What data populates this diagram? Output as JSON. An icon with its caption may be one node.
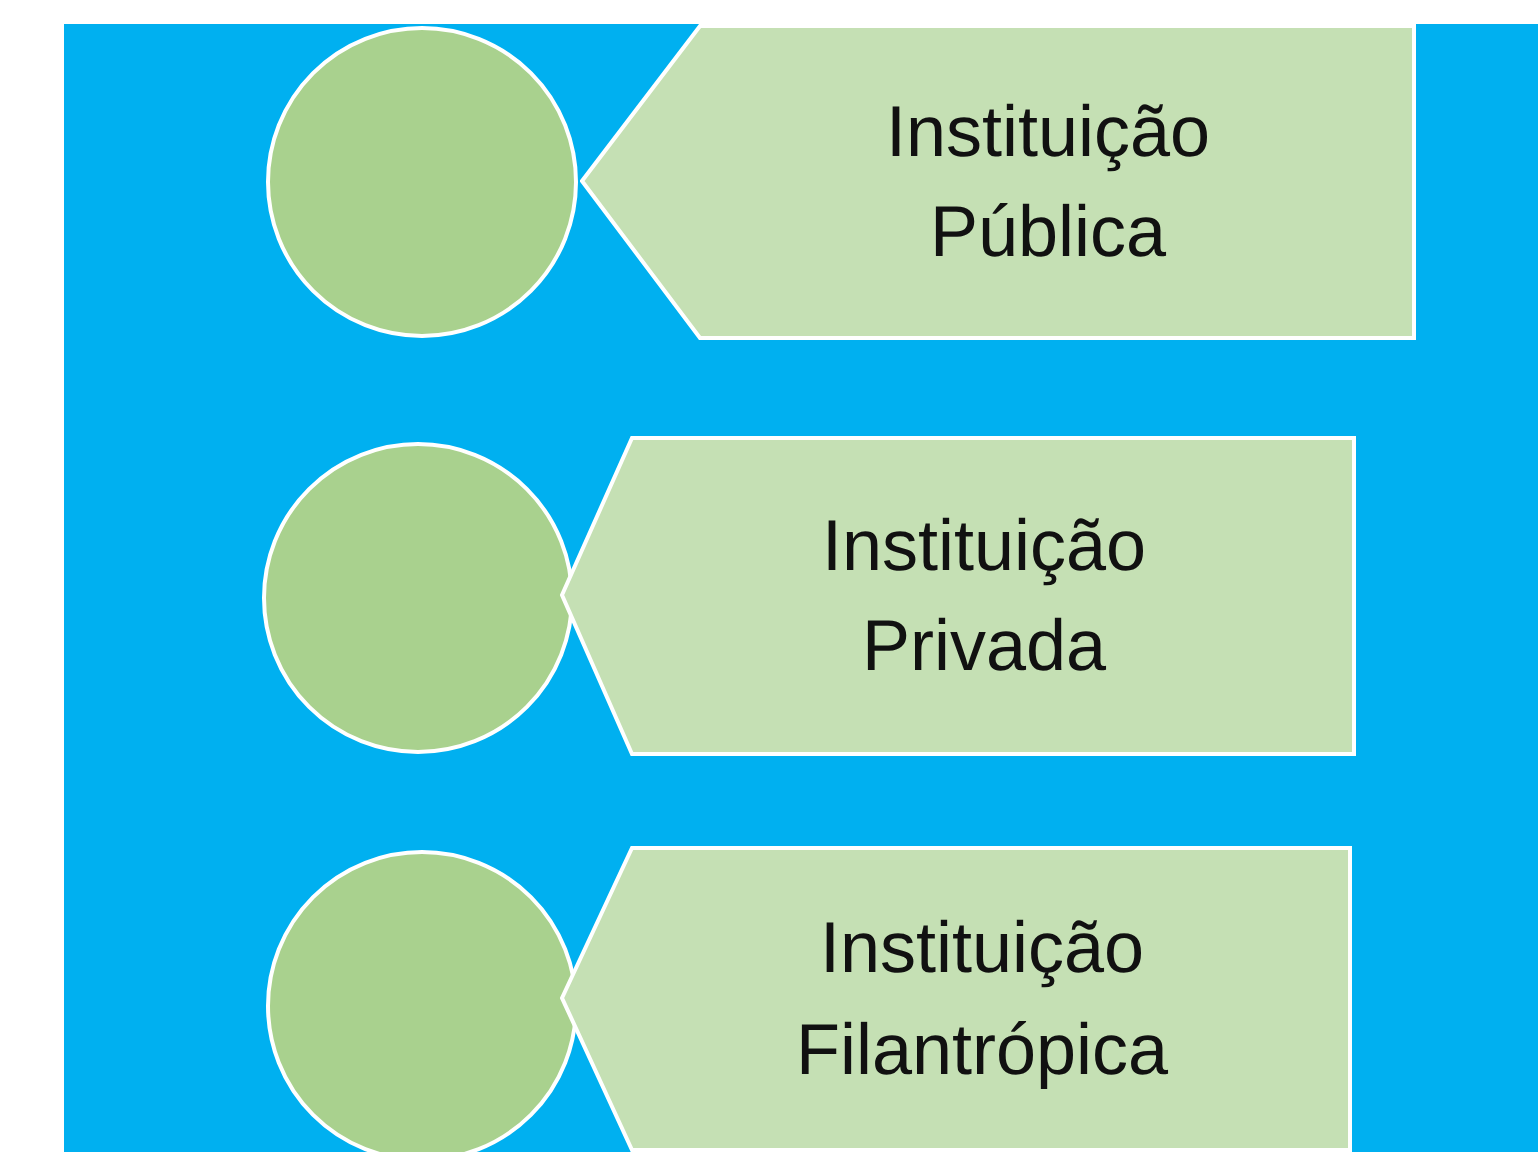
{
  "diagram": {
    "nodes": [
      {
        "text": [],
        "shape": "circle"
      },
      {
        "text": [
          "Instituição Pública"
        ]
      },
      {
        "text": [],
        "shape": "circle"
      },
      {
        "text": [
          "Instituição Privada"
        ]
      },
      {
        "text": [],
        "shape": "circle"
      },
      {
        "text": [
          "Instituição Filantrópica"
        ]
      }
    ],
    "edges": []
  }
}
